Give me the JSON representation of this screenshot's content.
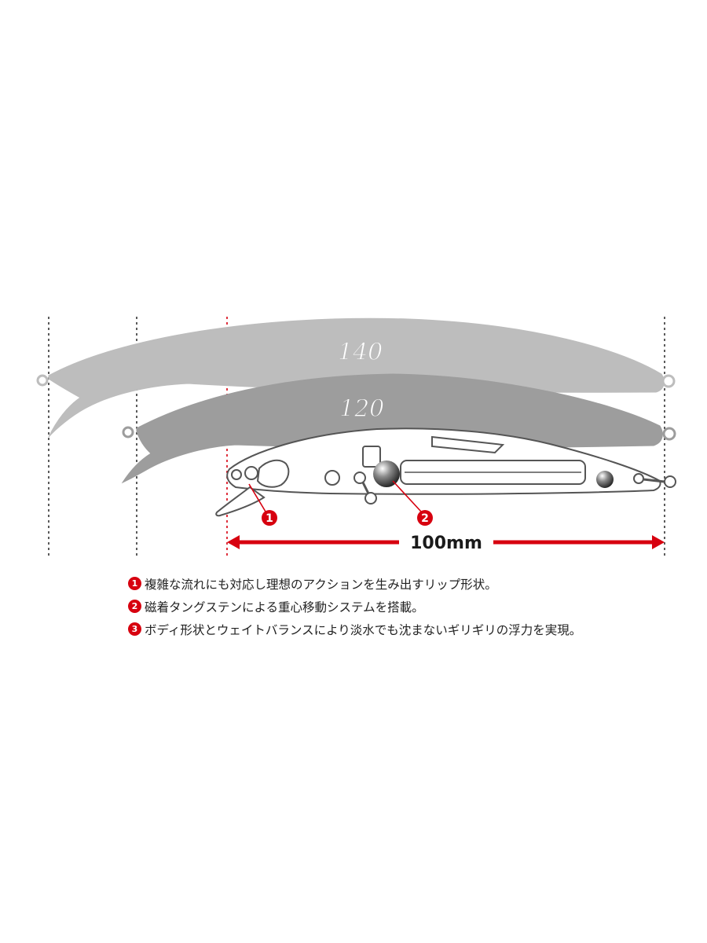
{
  "lures": [
    {
      "size_label": "140",
      "color": "#bdbdbd"
    },
    {
      "size_label": "120",
      "color": "#9d9d9d"
    }
  ],
  "callouts": [
    {
      "number": "1",
      "target": "lip"
    },
    {
      "number": "2",
      "target": "tungsten-weight"
    }
  ],
  "dimension": {
    "label": "100mm"
  },
  "features": [
    {
      "number": "1",
      "text": "複雑な流れにも対応し理想のアクションを生み出すリップ形状。"
    },
    {
      "number": "2",
      "text": "磁着タングステンによる重心移動システムを搭載。"
    },
    {
      "number": "3",
      "text": "ボディ形状とウェイトバランスにより淡水でも沈まないギリギリの浮力を実現。"
    }
  ],
  "colors": {
    "accent": "#d7000f",
    "outline": "#555555"
  }
}
